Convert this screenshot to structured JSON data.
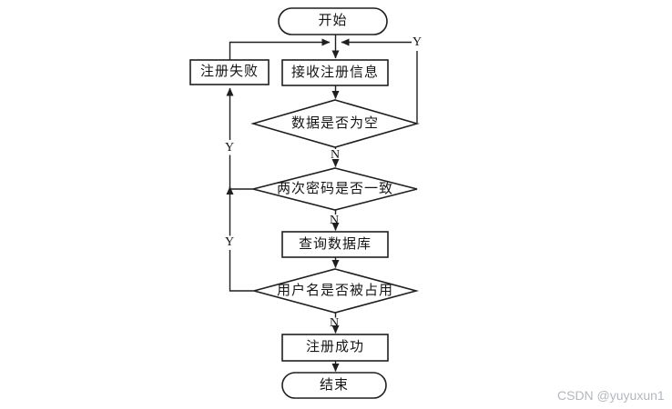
{
  "diagram": {
    "type": "flowchart",
    "topic": "user-registration-flow",
    "nodes": {
      "start": {
        "label": "开始",
        "shape": "terminator"
      },
      "receive_info": {
        "label": "接收注册信息",
        "shape": "process"
      },
      "register_fail": {
        "label": "注册失败",
        "shape": "process"
      },
      "check_data_empty": {
        "label": "数据是否为空",
        "shape": "decision"
      },
      "check_password_match": {
        "label": "两次密码是否一致",
        "shape": "decision"
      },
      "query_database": {
        "label": "查询数据库",
        "shape": "process"
      },
      "check_username_taken": {
        "label": "用户名是否被占用",
        "shape": "decision"
      },
      "register_success": {
        "label": "注册成功",
        "shape": "process"
      },
      "end": {
        "label": "结束",
        "shape": "terminator"
      }
    },
    "edges": [
      {
        "from": "start",
        "to": "receive_info",
        "label": ""
      },
      {
        "from": "register_fail",
        "to": "receive_info",
        "label": ""
      },
      {
        "from": "receive_info",
        "to": "check_data_empty",
        "label": ""
      },
      {
        "from": "check_data_empty",
        "to": "receive_info",
        "label": "Y"
      },
      {
        "from": "check_data_empty",
        "to": "check_password_match",
        "label": "N"
      },
      {
        "from": "check_password_match",
        "to": "register_fail",
        "label": "Y"
      },
      {
        "from": "check_password_match",
        "to": "query_database",
        "label": "N"
      },
      {
        "from": "query_database",
        "to": "check_username_taken",
        "label": ""
      },
      {
        "from": "check_username_taken",
        "to": "register_fail",
        "label": "Y"
      },
      {
        "from": "check_username_taken",
        "to": "register_success",
        "label": "N"
      },
      {
        "from": "register_success",
        "to": "end",
        "label": ""
      }
    ],
    "colors": {
      "stroke": "#1f1f1f",
      "node_fill": "#ffffff",
      "text": "#151515"
    }
  },
  "watermark": {
    "text": "CSDN @yuyuxun1",
    "color": "#b4b8be"
  }
}
